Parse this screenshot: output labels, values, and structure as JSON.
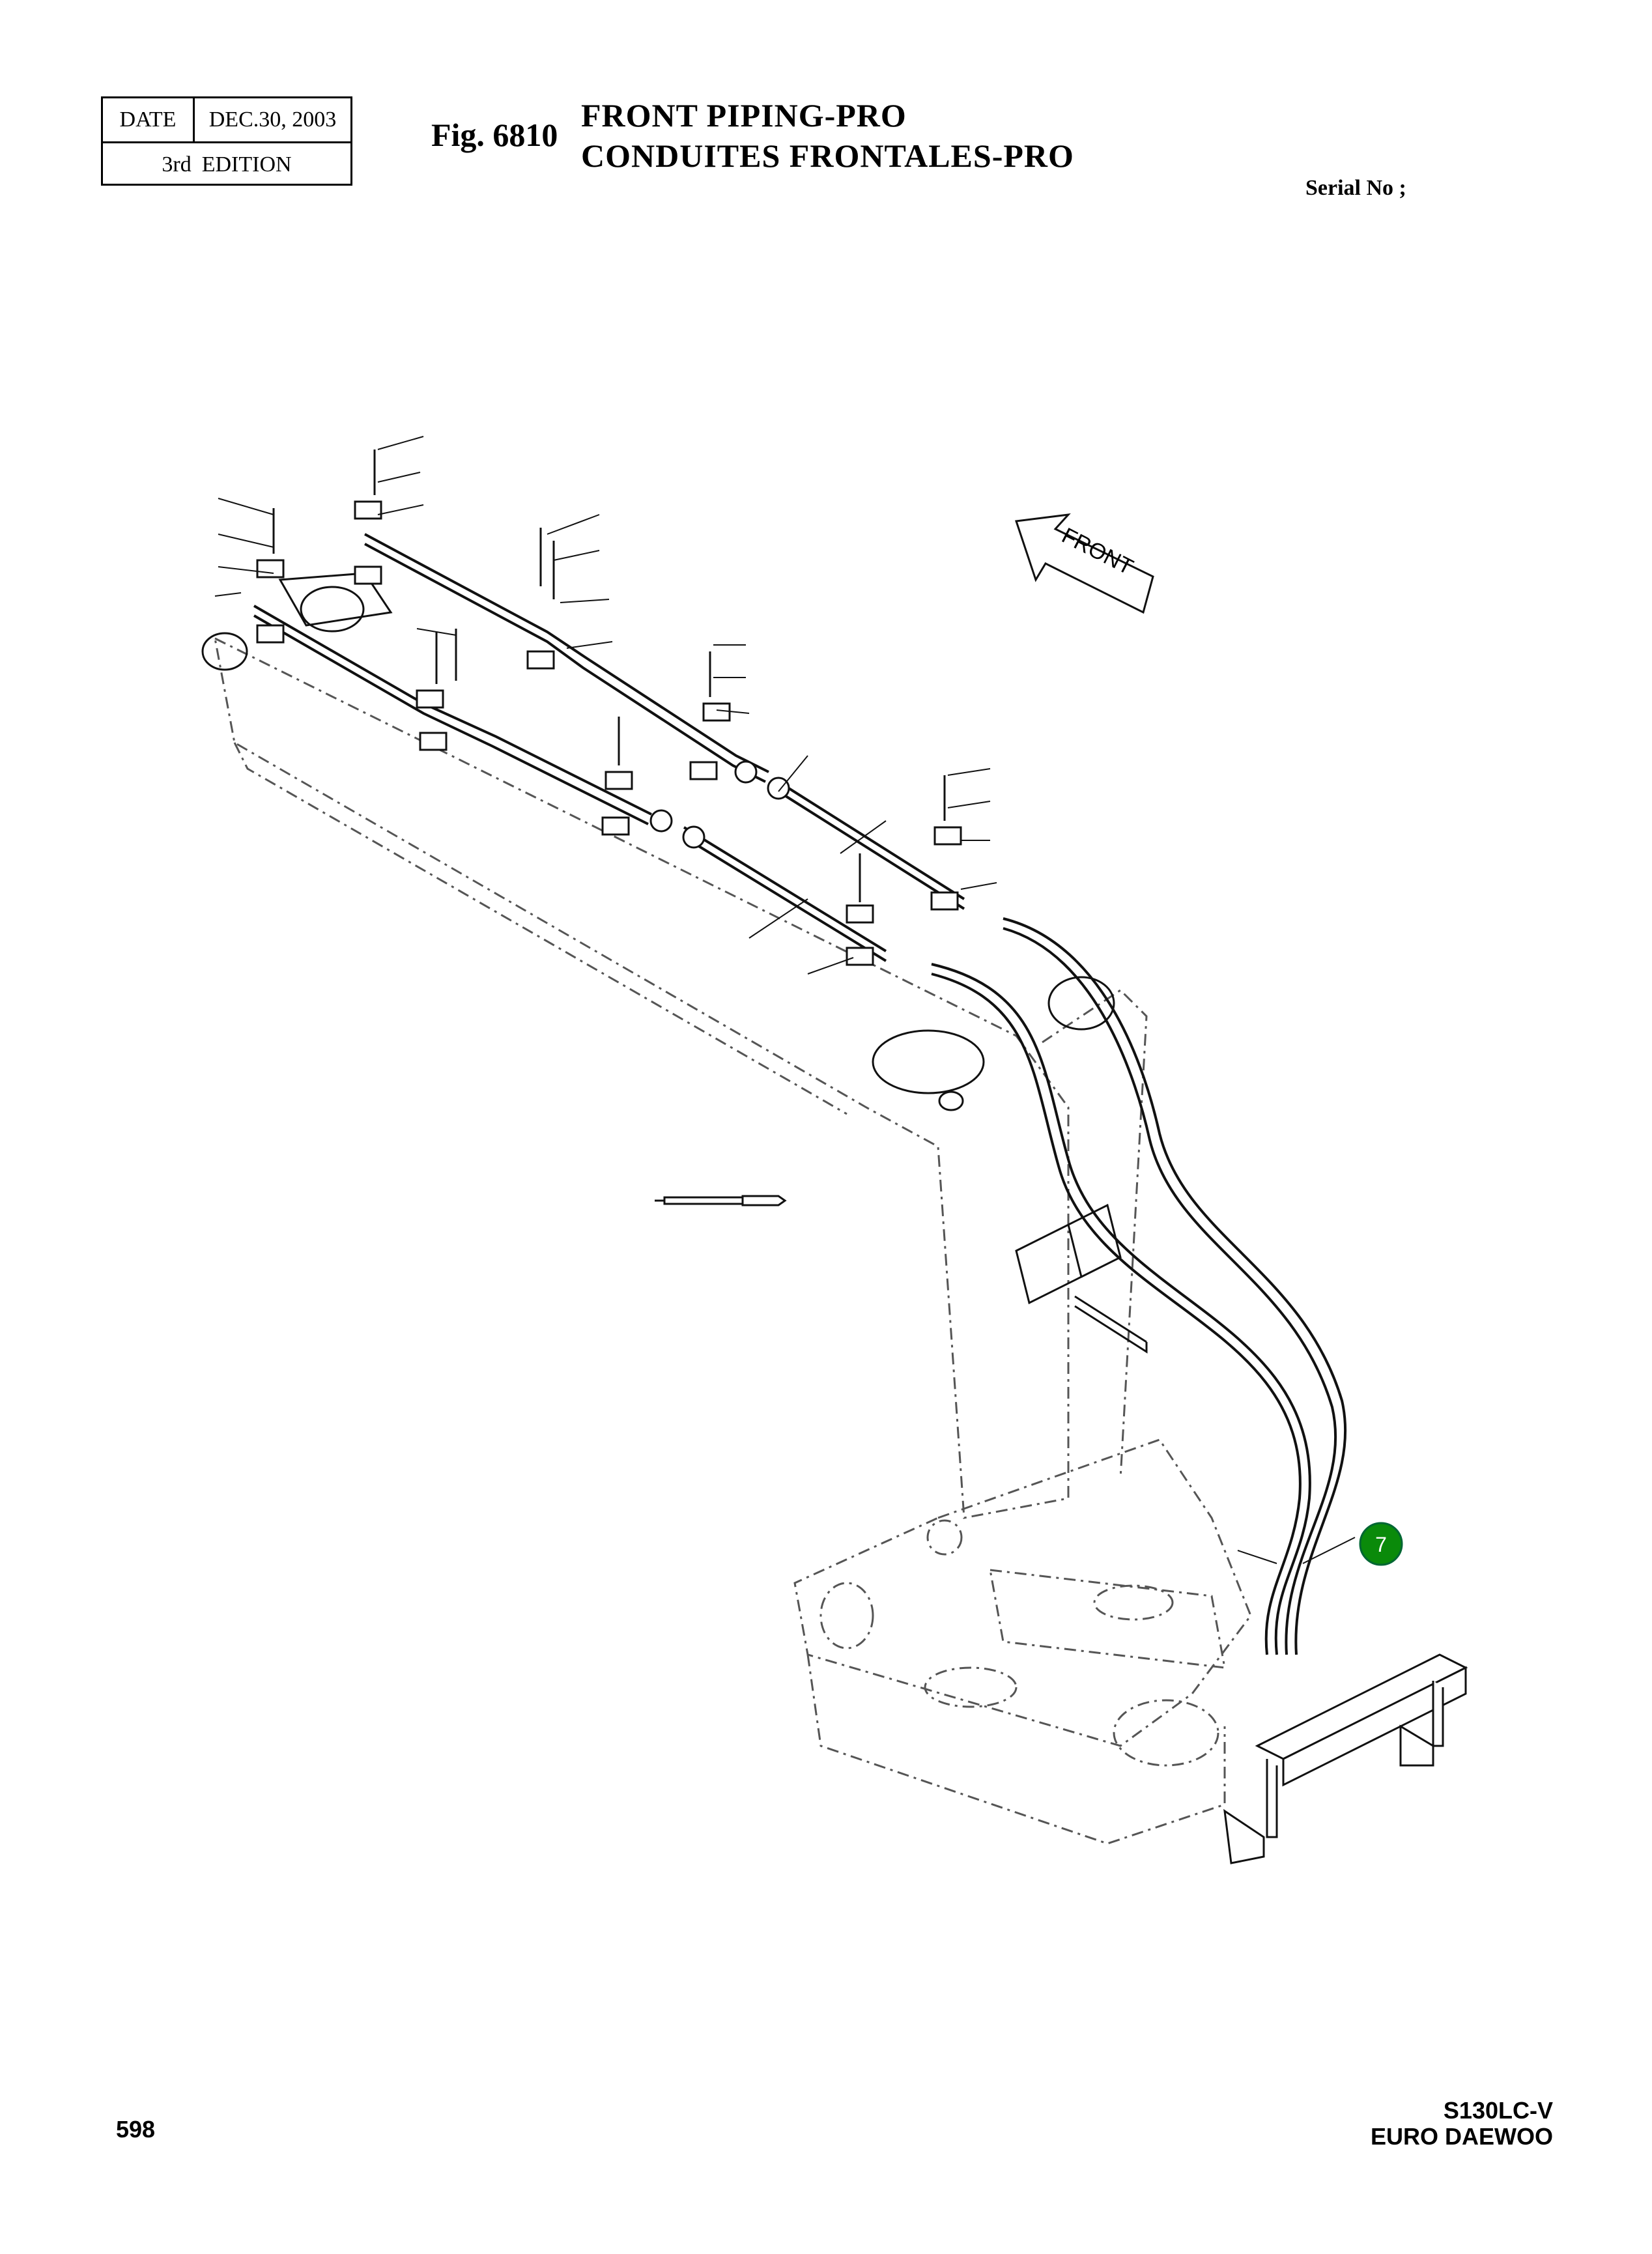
{
  "header": {
    "date_label": "DATE",
    "date_value": "DEC.30, 2003",
    "edition_number": "3rd",
    "edition_label": "EDITION",
    "fig_number": "Fig. 6810",
    "title_en": "FRONT PIPING-PRO",
    "title_fr": "CONDUITES FRONTALES-PRO",
    "serial_label": "Serial No ;"
  },
  "diagram": {
    "front_arrow_label": "FRONT",
    "callouts": [
      {
        "number": "7",
        "color": "#0a8a0a"
      }
    ]
  },
  "footer": {
    "page_number": "598",
    "model": "S130LC-V",
    "brand": "EURO DAEWOO"
  }
}
